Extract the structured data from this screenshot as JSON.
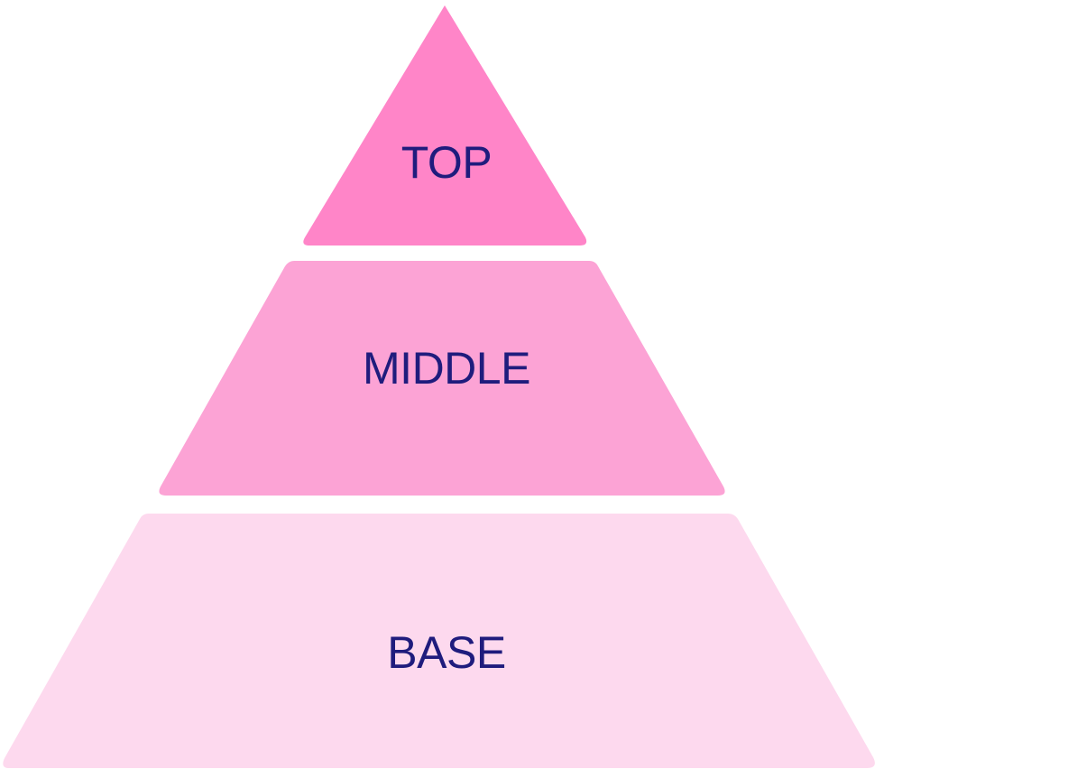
{
  "pyramid": {
    "tiers": [
      {
        "label": "TOP",
        "color": "#ff85c8"
      },
      {
        "label": "MIDDLE",
        "color": "#fca3d5"
      },
      {
        "label": "BASE",
        "color": "#fdd9ee"
      }
    ],
    "label_color": "#1f1c7d",
    "background": "#ffffff"
  }
}
